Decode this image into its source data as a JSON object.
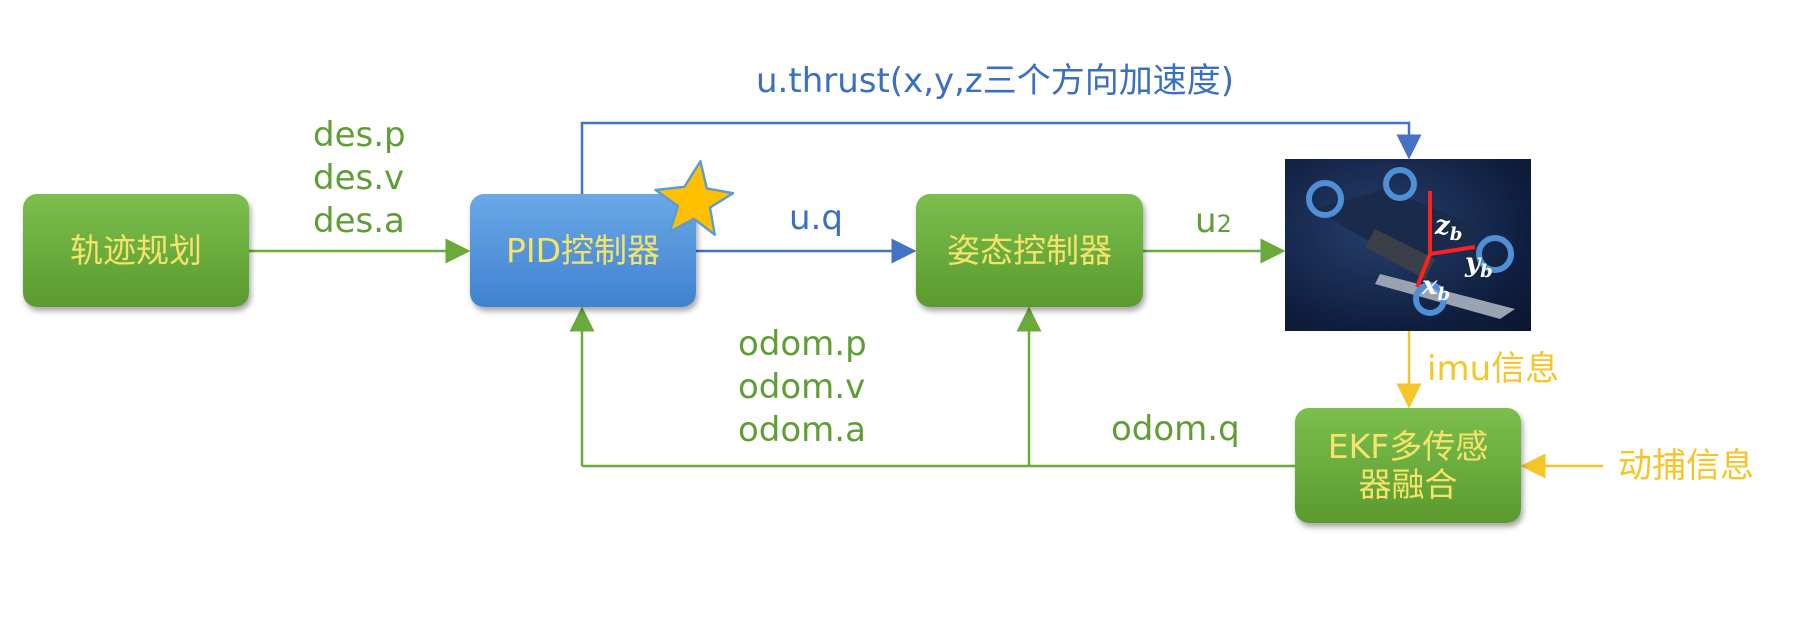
{
  "nodes": {
    "trajectory": "轨迹规划",
    "pid": "PID控制器",
    "attitude": "姿态控制器",
    "ekf": "EKF多传感\n器融合"
  },
  "labels": {
    "thrust": "u.thrust(x,y,z三个方向加速度)",
    "des_p": "des.p",
    "des_v": "des.v",
    "des_a": "des.a",
    "uq": "u.q",
    "u2_main": "u",
    "u2_sub": "2",
    "odom_p": "odom.p",
    "odom_v": "odom.v",
    "odom_a": "odom.a",
    "odom_q": "odom.q",
    "imu": "imu信息",
    "mocap": "动捕信息"
  },
  "drone_axes": {
    "z": "z",
    "z_sub": "b",
    "y": "y",
    "y_sub": "b",
    "x": "x",
    "x_sub": "b"
  },
  "colors": {
    "green": "#6aaa3a",
    "blue": "#4472c4",
    "yellow": "#f5c52a"
  }
}
